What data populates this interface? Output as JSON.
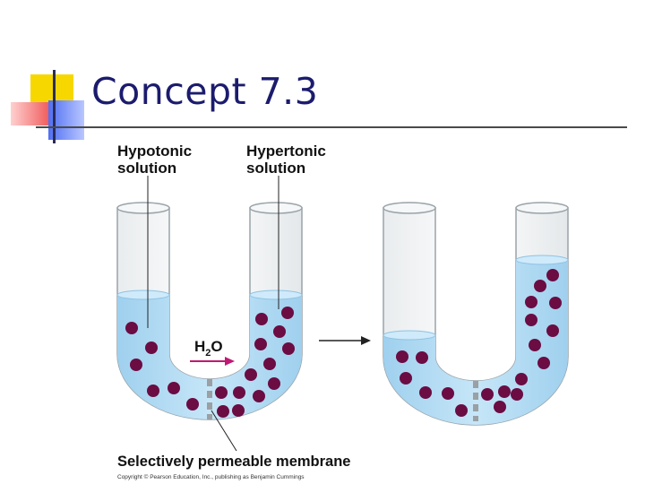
{
  "slide": {
    "title": "Concept 7.3"
  },
  "diagram": {
    "label_hypotonic_line1": "Hypotonic",
    "label_hypotonic_line2": "solution",
    "label_hypertonic_line1": "Hypertonic",
    "label_hypertonic_line2": "solution",
    "water_label_h": "H",
    "water_label_sub": "2",
    "water_label_o": "O",
    "membrane_label": "Selectively permeable membrane",
    "copyright": "Copyright © Pearson Education, Inc., publishing as Benjamin Cummings"
  },
  "colors": {
    "title": "#1b1b6e",
    "solution": "#b4dbf2",
    "solute": "#6b0c43",
    "tube_outline": "#9aa3a8",
    "membrane": "#9aa0a3",
    "arrow": "#c01a73",
    "bar_yellow": "#f7d700",
    "bar_red": "#f05a5a",
    "bar_blue": "#4f6ff2"
  }
}
